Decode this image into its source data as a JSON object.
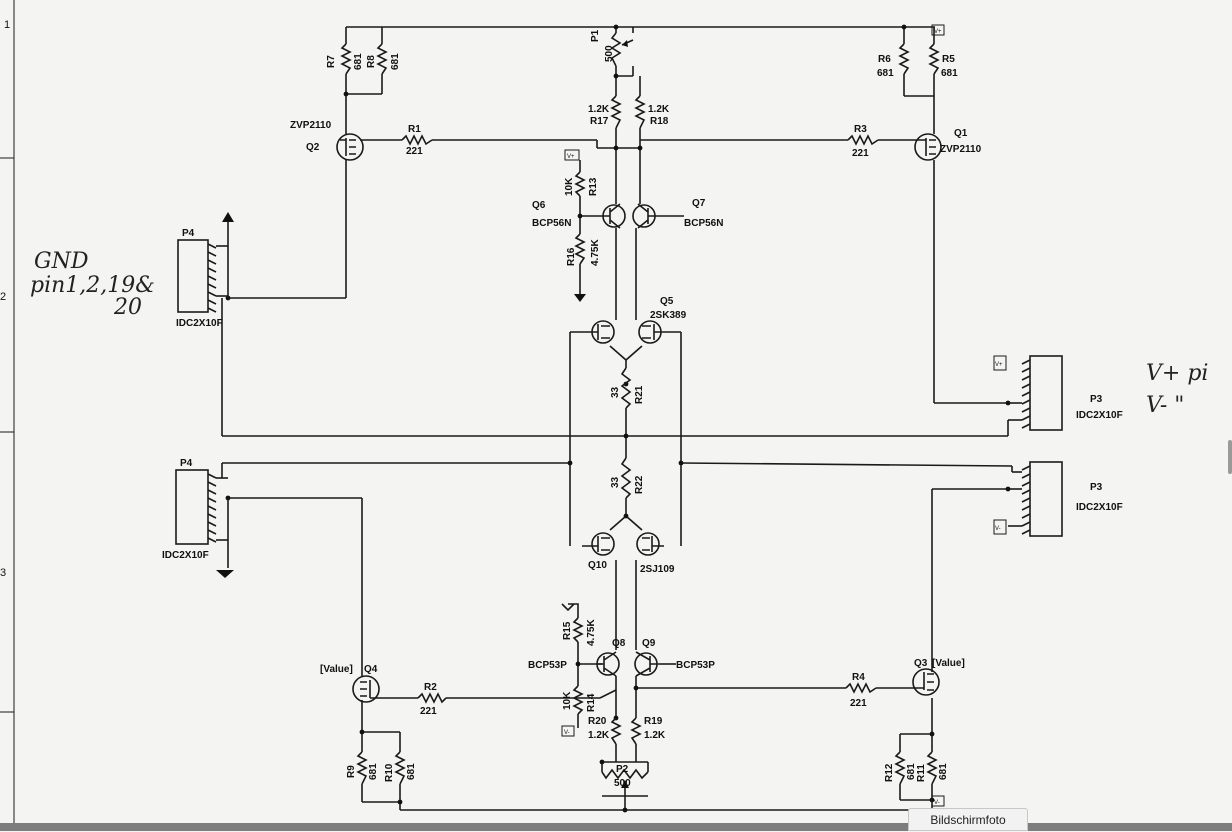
{
  "ruler": {
    "rows": [
      "1",
      "2",
      "3"
    ]
  },
  "notes": {
    "gnd_line1": "GND",
    "gnd_line2": "pin1,2,19&",
    "gnd_line3": "20",
    "vplus": "V+ pi",
    "vminus": "V-  \""
  },
  "power": {
    "vplus": "V+",
    "vminus": "V-"
  },
  "components": {
    "R7": {
      "ref": "R7",
      "value": "681"
    },
    "R8": {
      "ref": "R8",
      "value": "681"
    },
    "R6": {
      "ref": "R6",
      "value": "681"
    },
    "R5": {
      "ref": "R5",
      "value": "681"
    },
    "P1": {
      "ref": "P1",
      "value": "500"
    },
    "R17": {
      "ref": "R17",
      "value": "1.2K"
    },
    "R18": {
      "ref": "R18",
      "value": "1.2K"
    },
    "R1": {
      "ref": "R1",
      "value": "221"
    },
    "R3": {
      "ref": "R3",
      "value": "221"
    },
    "Q2": {
      "ref": "Q2",
      "value": "ZVP2110"
    },
    "Q1": {
      "ref": "Q1",
      "value": "ZVP2110"
    },
    "R13": {
      "ref": "R13",
      "value": "10K"
    },
    "R16": {
      "ref": "R16",
      "value": "4.75K"
    },
    "Q6": {
      "ref": "Q6",
      "value": "BCP56N"
    },
    "Q7": {
      "ref": "Q7",
      "value": "BCP56N"
    },
    "Q5": {
      "ref": "Q5",
      "value": "2SK389"
    },
    "R21": {
      "ref": "R21",
      "value": "33"
    },
    "R22": {
      "ref": "R22",
      "value": "33"
    },
    "P4a": {
      "ref": "P4",
      "value": "IDC2X10F"
    },
    "P4b": {
      "ref": "P4",
      "value": "IDC2X10F"
    },
    "P3a": {
      "ref": "P3",
      "value": "IDC2X10F"
    },
    "P3b": {
      "ref": "P3",
      "value": "IDC2X10F"
    },
    "Q10": {
      "ref": "Q10",
      "value": "2SJ109"
    },
    "R15": {
      "ref": "R15",
      "value": "4.75K"
    },
    "Q8": {
      "ref": "Q8",
      "value": "BCP53P"
    },
    "Q9": {
      "ref": "Q9",
      "value": "BCP53P"
    },
    "R14": {
      "ref": "R14",
      "value": "10K"
    },
    "Q4": {
      "ref": "Q4",
      "value": "[Value]"
    },
    "Q3": {
      "ref": "Q3",
      "value": "[Value]"
    },
    "R2": {
      "ref": "R2",
      "value": "221"
    },
    "R4": {
      "ref": "R4",
      "value": "221"
    },
    "R20": {
      "ref": "R20",
      "value": "1.2K"
    },
    "R19": {
      "ref": "R19",
      "value": "1.2K"
    },
    "P2": {
      "ref": "P2",
      "value": "500"
    },
    "R9": {
      "ref": "R9",
      "value": "681"
    },
    "R10": {
      "ref": "R10",
      "value": "681"
    },
    "R12": {
      "ref": "R12",
      "value": "681"
    },
    "R11": {
      "ref": "R11",
      "value": "681"
    }
  },
  "tooltip": "Bildschirmfoto"
}
